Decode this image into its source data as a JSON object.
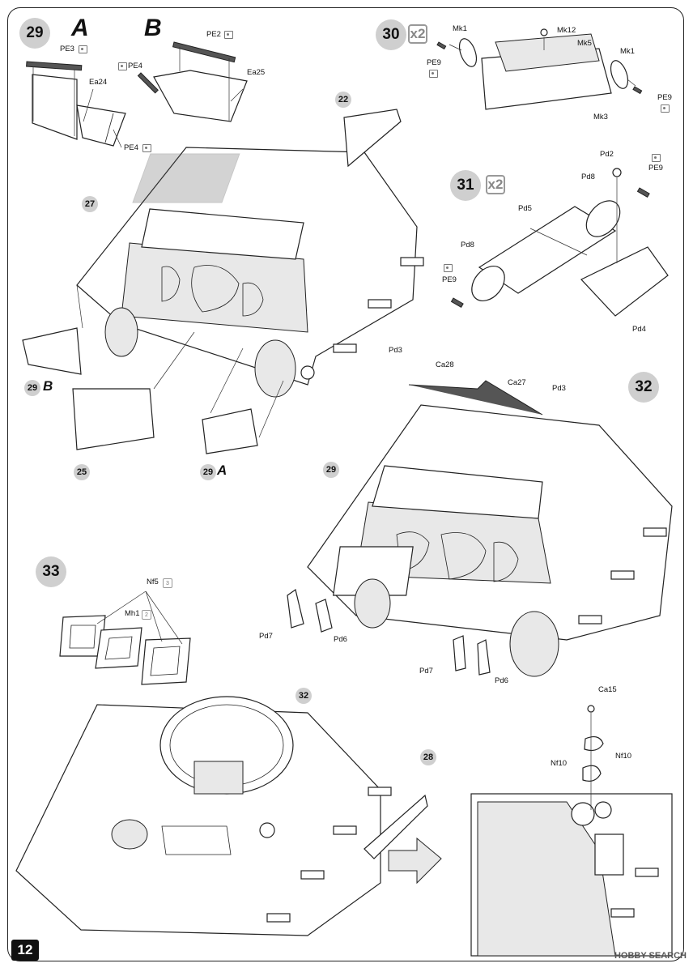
{
  "page": {
    "number": "12",
    "watermark": "HOBBY SEARCH"
  },
  "steps": {
    "s29": "29",
    "s30": "30",
    "s31": "31",
    "s32": "32",
    "s33": "33",
    "s22": "22",
    "s27": "27",
    "s25": "25",
    "s28": "28",
    "s32_sub": "32",
    "s29_sub": "29",
    "s29A": "29",
    "s29B": "29"
  },
  "variants": {
    "A": "A",
    "B": "B"
  },
  "multipliers": {
    "x30": "x2",
    "x31": "x2",
    "nf5": "3",
    "mh1": "2"
  },
  "parts": {
    "PE3": "PE3",
    "PE2": "PE2",
    "PE4a": "PE4",
    "PE4b": "PE4",
    "Ea24": "Ea24",
    "Ea25": "Ea25",
    "Mk1a": "Mk1",
    "Mk12": "Mk12",
    "Mk5": "Mk5",
    "Mk1b": "Mk1",
    "PE9a": "PE9",
    "PE9b": "PE9",
    "Mk3": "Mk3",
    "Pd2": "Pd2",
    "PE9c": "PE9",
    "Pd8a": "Pd8",
    "Pd5": "Pd5",
    "Pd8b": "Pd8",
    "PE9d": "PE9",
    "Pd4": "Pd4",
    "Pd3a": "Pd3",
    "Ca28": "Ca28",
    "Ca27": "Ca27",
    "Pd3b": "Pd3",
    "Pd7a": "Pd7",
    "Pd6a": "Pd6",
    "Pd7b": "Pd7",
    "Pd6b": "Pd6",
    "Nf5": "Nf5",
    "Mh1": "Mh1",
    "Ca15": "Ca15",
    "Nf10a": "Nf10",
    "Nf10b": "Nf10"
  }
}
